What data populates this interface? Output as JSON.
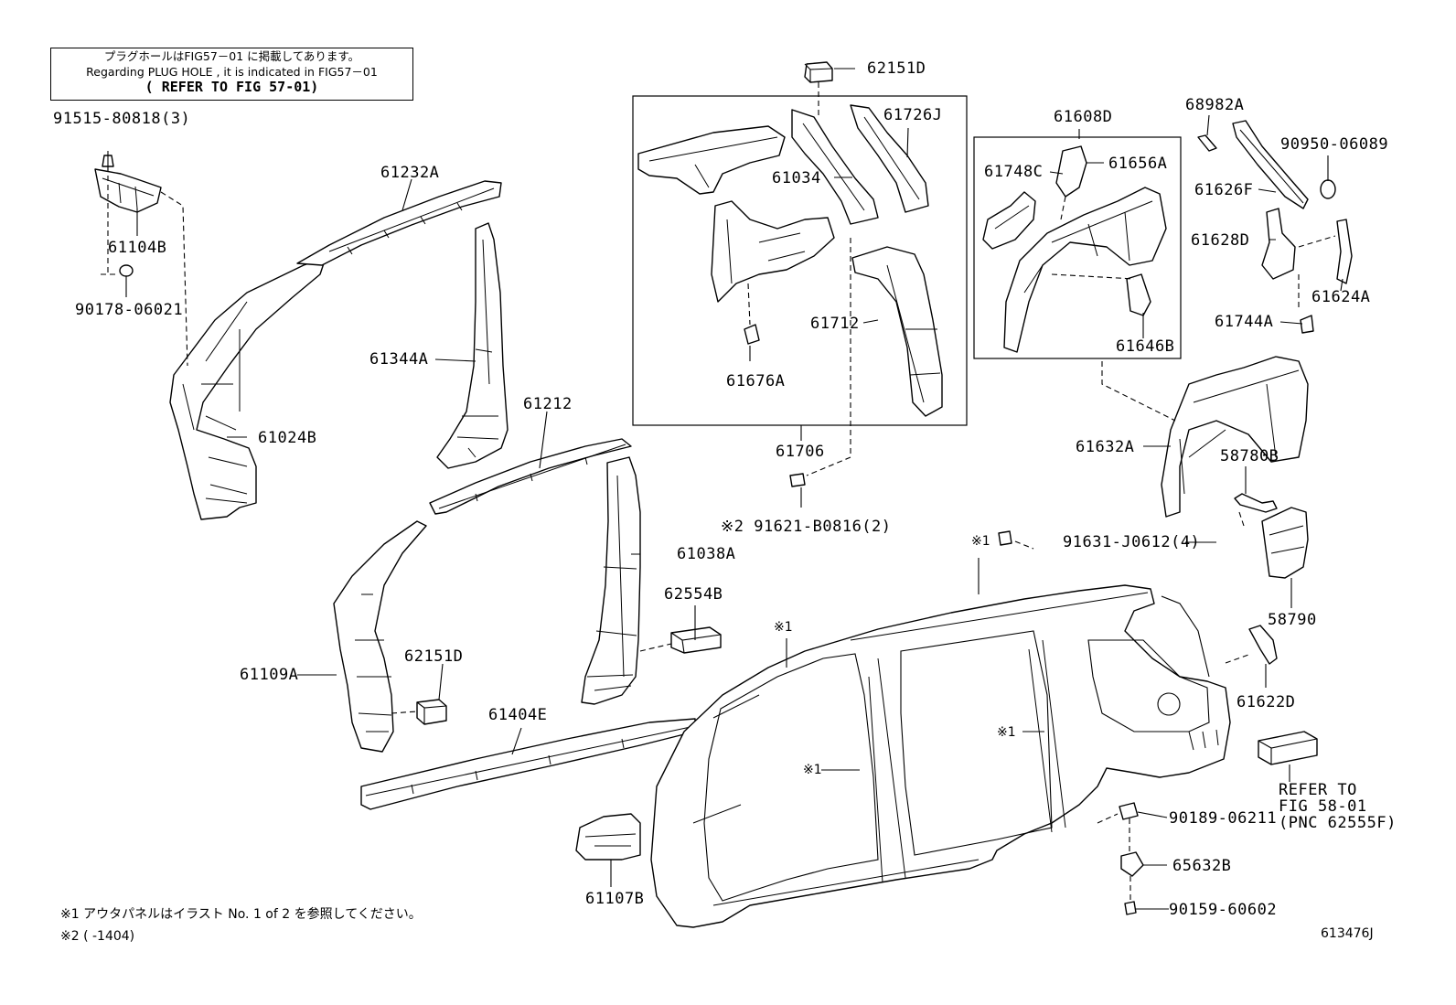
{
  "note": {
    "line1": "プラグホールはFIG57－01 に掲載してあります。",
    "line2": "Regarding PLUG HOLE , it is indicated in FIG57－01",
    "line3": "( REFER TO FIG 57-01)"
  },
  "labels": {
    "p91515": "91515-80818(3)",
    "p61104B": "61104B",
    "p90178": "90178-06021",
    "p61232A": "61232A",
    "p61024B": "61024B",
    "p61344A": "61344A",
    "p61212": "61212",
    "p61038A": "61038A",
    "p62554B": "62554B",
    "p62151D_low": "62151D",
    "p61109A": "61109A",
    "p61404E": "61404E",
    "p61107B": "61107B",
    "p62151D_top": "62151D",
    "p61726J": "61726J",
    "p61034": "61034",
    "p61712": "61712",
    "p61676A": "61676A",
    "p61706": "61706",
    "p91621": "※2 91621-B0816(2)",
    "p61608D": "61608D",
    "p61748C": "61748C",
    "p61656A": "61656A",
    "p61646B": "61646B",
    "p68982A": "68982A",
    "p90950": "90950-06089",
    "p61626F": "61626F",
    "p61628D": "61628D",
    "p61624A": "61624A",
    "p61744A": "61744A",
    "p61632A": "61632A",
    "p58780B": "58780B",
    "p91631": "91631-J0612(4)",
    "p58790": "58790",
    "p61622D": "61622D",
    "ref1": "REFER TO",
    "ref2": "FIG 58-01",
    "ref3": "(PNC 62555F)",
    "p90189": "90189-06211",
    "p65632B": "65632B",
    "p90159": "90159-60602",
    "m1a": "※1",
    "m1b": "※1",
    "m1c": "※1",
    "m1d": "※1",
    "diagram_id": "613476J"
  },
  "footnotes": {
    "f1": "※1 アウタパネルはイラスト No. 1 of 2 を参照してください。",
    "f2": "※2 (      -1404)"
  }
}
